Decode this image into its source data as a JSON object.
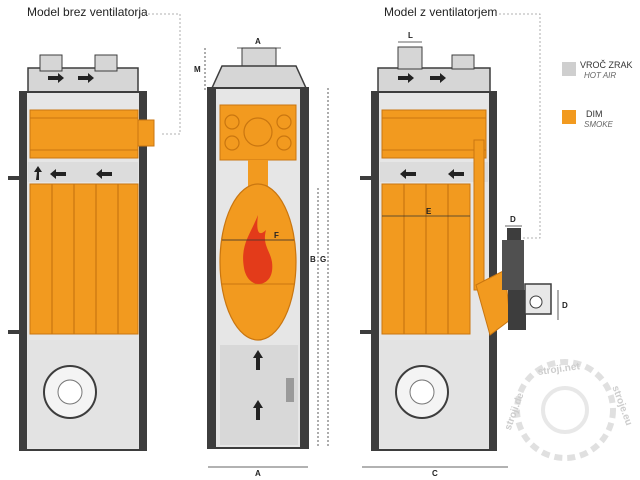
{
  "titles": {
    "left": "Model brez ventilatorja",
    "right": "Model z ventilatorjem"
  },
  "legend": [
    {
      "main": "VROČ ZRAK",
      "sub": "HOT AIR",
      "color": "#cfcfcf"
    },
    {
      "main": "DIM",
      "sub": "SMOKE",
      "color": "#f29a1f"
    }
  ],
  "dimensions": {
    "A_top": "A",
    "A_bottom": "A",
    "B": "B",
    "G": "G",
    "C": "C",
    "M": "M",
    "F": "F",
    "E": "E",
    "L": "L",
    "D_upper": "D",
    "D_lower": "D"
  },
  "watermark": {
    "top": "stroji.net",
    "left": "stroji.de",
    "right": "stroje.eu"
  },
  "colors": {
    "frame": "#3d3d3d",
    "hot_air": "#cfcfcf",
    "smoke": "#f29a1f",
    "smoke_dark": "#c97610",
    "flame": "#e33b1a"
  }
}
